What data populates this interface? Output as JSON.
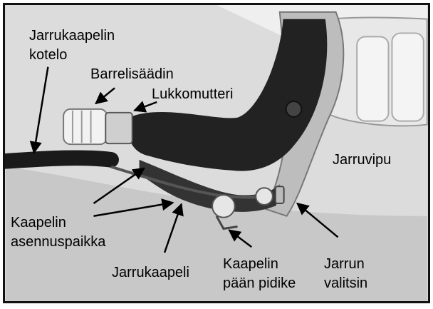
{
  "labels": {
    "cable_housing": [
      "Jarrukaapelin",
      "kotelo"
    ],
    "barrel_adjuster": "Barrelisäädin",
    "lock_nut": "Lukkomutteri",
    "brake_lever": "Jarruvipu",
    "cable_seat": [
      "Kaapelin",
      "asennuspaikka"
    ],
    "brake_cable": "Jarrukaapeli",
    "cable_end_holder": [
      "Kaapelin",
      "pään pidike"
    ],
    "brake_selector": [
      "Jarrun",
      "valitsin"
    ]
  },
  "colors": {
    "lever_body": "#222222",
    "background": "#d9d9d9",
    "arrow": "#000000"
  }
}
